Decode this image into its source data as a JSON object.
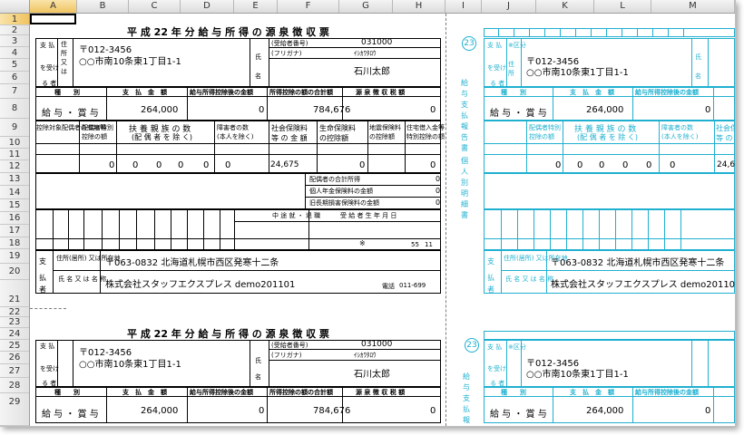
{
  "columns": [
    "A",
    "B",
    "C",
    "D",
    "E",
    "F",
    "G",
    "H",
    "I",
    "J",
    "K",
    "L",
    "M"
  ],
  "rows": [
    "1",
    "2",
    "3",
    "4",
    "5",
    "6",
    "7",
    "8",
    "9",
    "10",
    "11",
    "12",
    "13",
    "14",
    "15",
    "16",
    "17",
    "18",
    "19",
    "20",
    "21",
    "22",
    "23",
    "24",
    "25",
    "26",
    "27",
    "28",
    "29"
  ],
  "selected_cell": "A1",
  "form": {
    "title": "平 成 22 年 分  給 与 所 得 の 源 泉 徴 収 票",
    "postal": "〒012-3456",
    "address": "○○市南10条東1丁目1-1",
    "employee_no_label": "(受給者番号)",
    "employee_no": "031000",
    "furigana_label": "(フリガナ)",
    "furigana": "ｲｼｶﾜﾀﾛｳ",
    "name": "石川太郎",
    "pay_label": "支 払 を 受 け る 者",
    "header_kind": "種　　別",
    "header_amount": "支　払　金　額",
    "header_deduct": "給与所得控除後の金額",
    "header_total": "所得控除の額の合計額",
    "header_tax": "源 泉 徴 収 税 額",
    "kind": "給 与 ・ 賞 与",
    "amount": "264,000",
    "deduct": "0",
    "total": "784,676",
    "tax": "0",
    "social_ins": "24,675",
    "zero": "0",
    "payer_addr_label": "住所(居所) 又は所在地",
    "payer_address": "〒063-0832  北海道札幌市西区発寒十二条",
    "payer_name_label": "氏 名 又 は 名 称",
    "payer_name": "株式会社スタッフエクスプレス demo201101",
    "phone_label": "電話",
    "phone": "011-699",
    "row_label": "支払者",
    "sub_labels": [
      "控除対象配偶者の有無等",
      "配偶者特別控除の額",
      "扶 養 親 族 の 数",
      "障害者の数",
      "社会保険料等の金額",
      "生命保険料の控除額",
      "地震保険料の控除額",
      "住宅借入金等特別控除の額"
    ],
    "right_labels": [
      "給与支払報告書",
      "個人別明細書"
    ],
    "right_num": "23",
    "right_kubun": "※区分",
    "shimei": "(フリガナ)",
    "cont": "中 途 就 ・ 退 職",
    "birth": "受 給 者 生 年 月 日"
  }
}
